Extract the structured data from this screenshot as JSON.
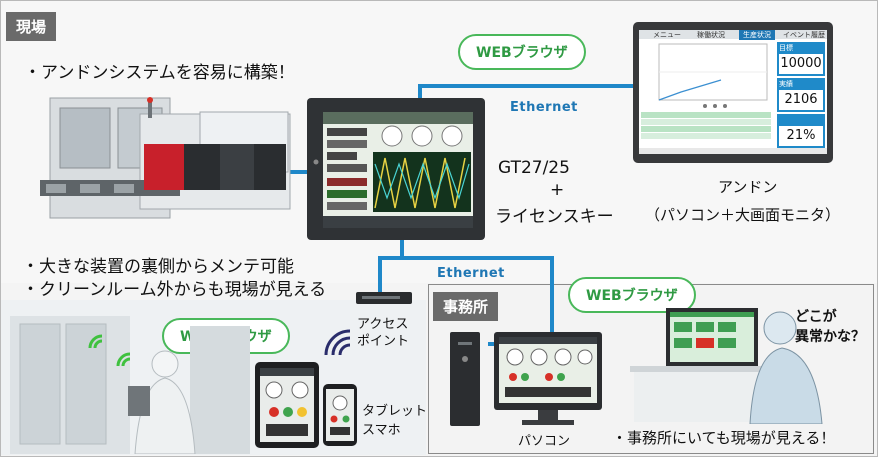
{
  "tags": {
    "field": "現場",
    "office": "事務所"
  },
  "bullets": {
    "top": "・アンドンシステムを容易に構築！",
    "mid1": "・大きな装置の裏側からメンテ可能",
    "mid2": "・クリーンルーム外からも現場が見える",
    "office": "・事務所にいても現場が見える！"
  },
  "pills": {
    "top": "WEBブラウザ",
    "mid": "WEBブラウザ",
    "left": "WEBブラウザ"
  },
  "ethernet": {
    "top": "Ethernet",
    "mid": "Ethernet"
  },
  "gt": {
    "line1": "GT27/25",
    "plus": "+",
    "line2": "ライセンスキー"
  },
  "andon": {
    "line1": "アンドン",
    "line2": "（パソコン＋大画面モニタ）"
  },
  "access_point": {
    "line1": "アクセス",
    "line2": "ポイント"
  },
  "devices": {
    "line1": "タブレット",
    "line2": "スマホ"
  },
  "pc_label": "パソコン",
  "thought": {
    "line1": "どこが",
    "line2": "異常かな？"
  },
  "andon_screen": {
    "tabs": [
      "メニュー",
      "稼働状況",
      "生産状況",
      "イベント履歴"
    ],
    "metrics": [
      {
        "label": "目標",
        "value": "10000"
      },
      {
        "label": "実績",
        "value": "2106"
      },
      {
        "label": "",
        "value": "21%"
      }
    ]
  },
  "colors": {
    "line": "#1f88c9",
    "pill_border": "#49b85a",
    "tag_bg": "#6a6a6a"
  }
}
